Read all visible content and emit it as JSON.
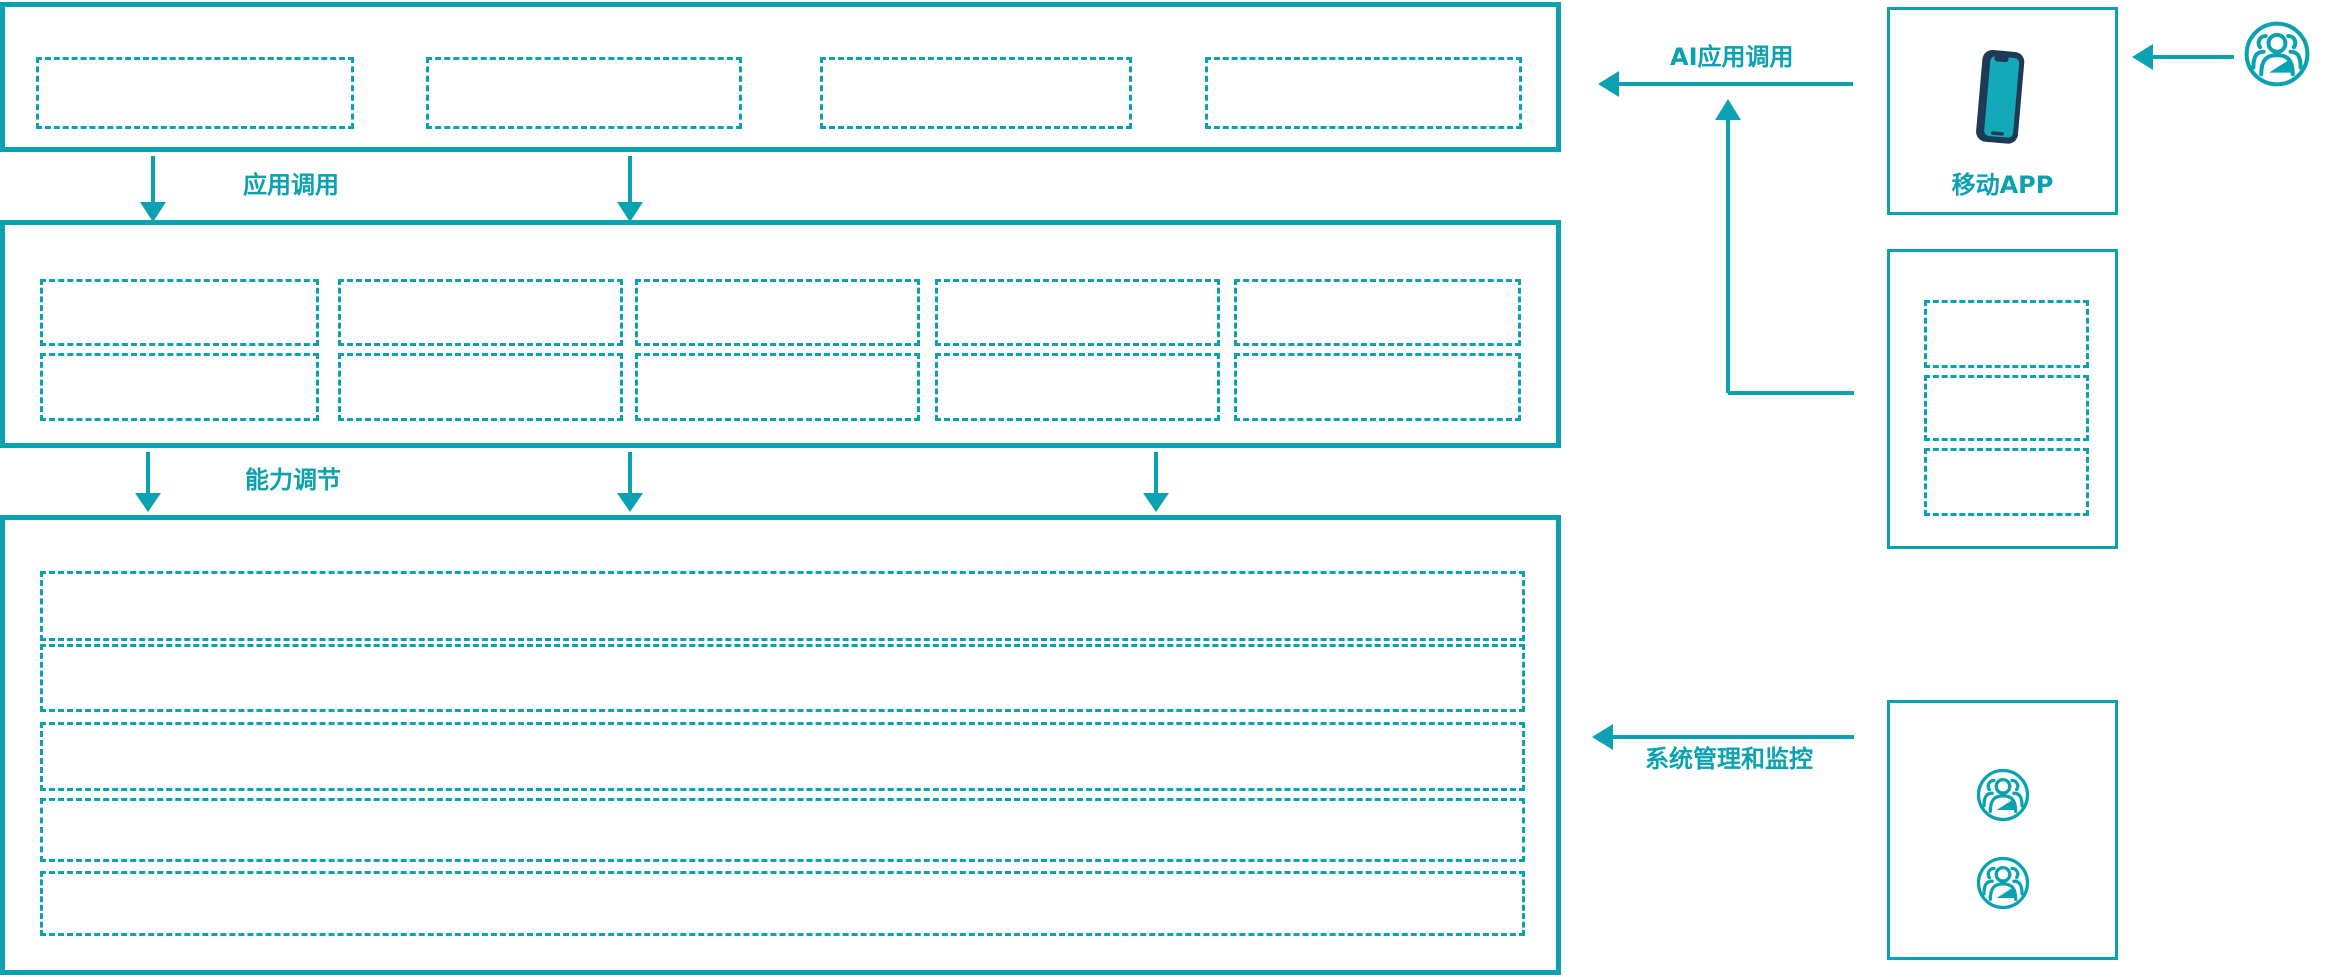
{
  "diagram": {
    "colors": {
      "teal": "#0aa2b0",
      "navy": "#1e3a56",
      "phone_screen": "#14a9b8",
      "bg": "#ffffff"
    },
    "connectors": {
      "app_call_label": "应用调用",
      "capability_label": "能力调节",
      "ai_app_call_label": "AI应用调用",
      "system_monitor_label": "系统管理和监控"
    },
    "panels": {
      "top": {
        "slot_count": 4
      },
      "middle": {
        "slot_rows": 2,
        "slot_cols": 5
      },
      "bottom": {
        "row_count": 5
      }
    },
    "right_column": {
      "mobile_app": {
        "label": "移动APP",
        "icon": "smartphone-icon"
      },
      "mini_program_panel": {
        "slot_count": 3
      },
      "admin_panel": {
        "icon": "user-group-icon",
        "icon_count": 2
      },
      "external_user": {
        "icon": "user-group-icon"
      }
    }
  }
}
